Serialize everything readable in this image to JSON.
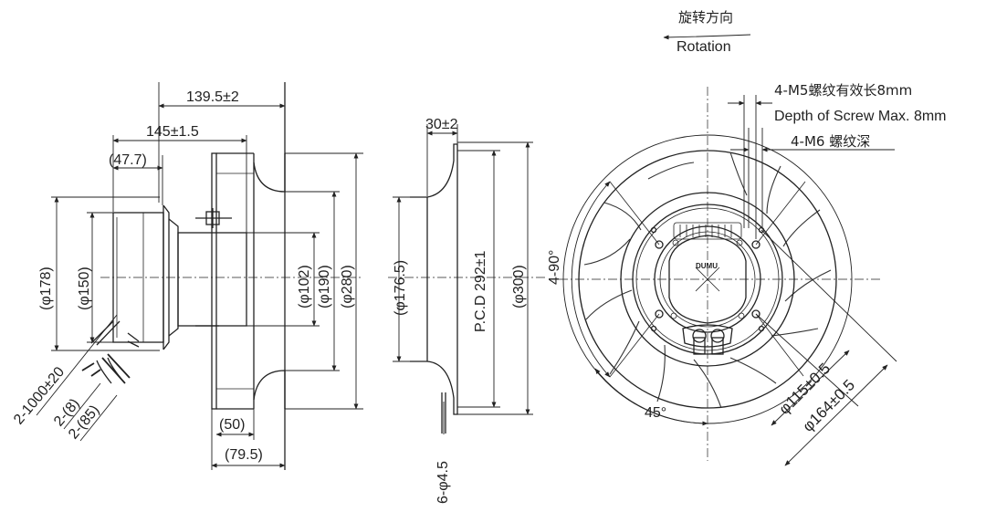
{
  "rotation": {
    "cn": "旋转方向",
    "en": "Rotation"
  },
  "side_view": {
    "len_139_5": "139.5±2",
    "len_145": "145±1.5",
    "len_47_7": "(47.7)",
    "dia_178": "(φ178)",
    "dia_150": "(φ150)",
    "dia_102": "(φ102)",
    "dia_190": "(φ190)",
    "dia_280": "(φ280)",
    "len_50": "(50)",
    "len_79_5": "(79.5)",
    "lead_1000": "2-1000±20",
    "lead_8": "2-(8)",
    "lead_85": "2-(85)"
  },
  "plate_view": {
    "thk_30": "30±2",
    "dia_176_5": "(φ176.5)",
    "pcd": "P.C.D 292±1",
    "dia_300": "(φ300)",
    "holes": "6-φ4.5"
  },
  "front_view": {
    "m5_cn": "4-M5螺纹有效长8mm",
    "m5_en": "Depth of Screw Max. 8mm",
    "m6": "4-M6 螺纹深",
    "angle_90": "4-90°",
    "angle_45": "45°",
    "dia_115": "φ115±0.5",
    "dia_164": "φ164±0.5",
    "logo": "DUMU"
  }
}
